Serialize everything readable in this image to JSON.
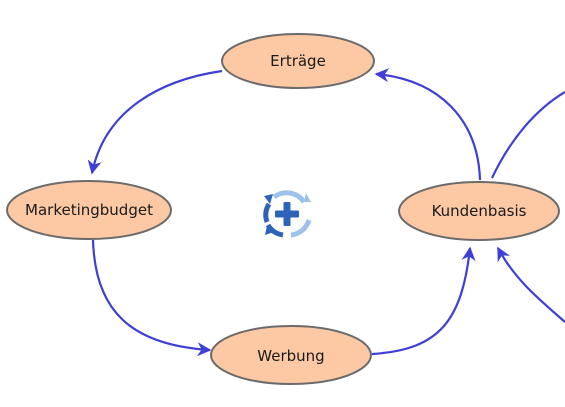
{
  "diagram": {
    "nodes": {
      "ertraege": {
        "label": "Erträge"
      },
      "marketingbudget": {
        "label": "Marketingbudget"
      },
      "kundenbasis": {
        "label": "Kundenbasis"
      },
      "werbung": {
        "label": "Werbung"
      }
    },
    "loop_icon": {
      "name": "reinforcing-loop-icon",
      "polarity": "+"
    },
    "colors": {
      "node_fill": "#fcc9a4",
      "node_stroke": "#6b6b6b",
      "arrow": "#3f3fd6",
      "loop_light": "#9dc3ec",
      "loop_dark": "#2d63b8"
    }
  }
}
